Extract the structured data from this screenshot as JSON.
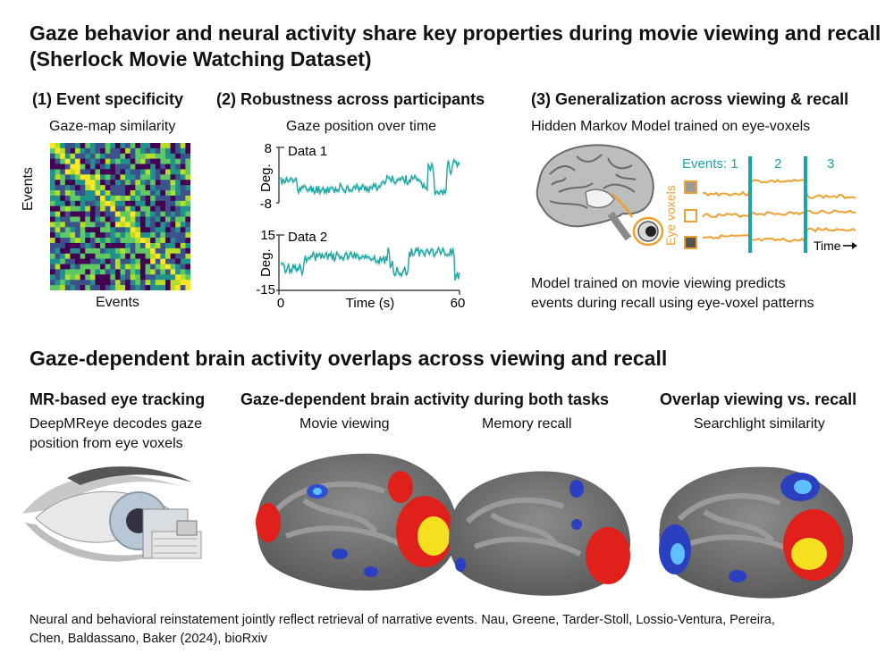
{
  "top": {
    "title_line1": "Gaze behavior and neural activity share key properties during movie viewing and recall",
    "title_line2": "(Sherlock Movie Watching Dataset)"
  },
  "panel1": {
    "heading": "(1) Event specificity",
    "subtitle": "Gaze-map similarity",
    "x_label": "Events",
    "y_label": "Events"
  },
  "panel2": {
    "heading": "(2) Robustness across participants",
    "subtitle": "Gaze position over time",
    "ylabel": "Deg.",
    "x_label": "Time (s)",
    "x_tick_min": "0",
    "x_tick_max": "60",
    "plot1": {
      "label": "Data 1",
      "ytick_top": "8",
      "ytick_bottom": "-8"
    },
    "plot2": {
      "label": "Data 2",
      "ytick_top": "15",
      "ytick_bottom": "-15"
    }
  },
  "panel3": {
    "heading": "(3) Generalization across viewing & recall",
    "subtitle": "Hidden Markov Model trained on eye-voxels",
    "events_label": "Events: 1",
    "event2": "2",
    "event3": "3",
    "voxels_label": "Eye voxels",
    "time_label": "Time",
    "caption_line1": "Model trained on movie viewing predicts",
    "caption_line2": "events during recall using eye-voxel patterns"
  },
  "section2": {
    "title": "Gaze-dependent brain activity overlaps across viewing and recall"
  },
  "col1": {
    "heading": "MR-based eye tracking",
    "text_line1": "DeepMReye decodes gaze",
    "text_line2": "position from eye voxels"
  },
  "col2": {
    "heading": "Gaze-dependent brain activity during both tasks",
    "label_left": "Movie viewing",
    "label_right": "Memory recall"
  },
  "col3": {
    "heading": "Overlap viewing vs. recall",
    "subtitle": "Searchlight similarity"
  },
  "footer": {
    "line1": "Neural and behavioral reinstatement jointly reflect retrieval of narrative events. Nau, Greene, Tarder-Stoll, Lossio-Ventura, Pereira,",
    "line2": "Chen, Baldassano, Baker (2024), bioRxiv"
  },
  "colors": {
    "teal": "#1aa7a3",
    "orange": "#f0a030",
    "brain_gray": "#7a7a7a",
    "red": "#e0201a",
    "yellow": "#f4e020",
    "blue": "#2a40c0"
  }
}
